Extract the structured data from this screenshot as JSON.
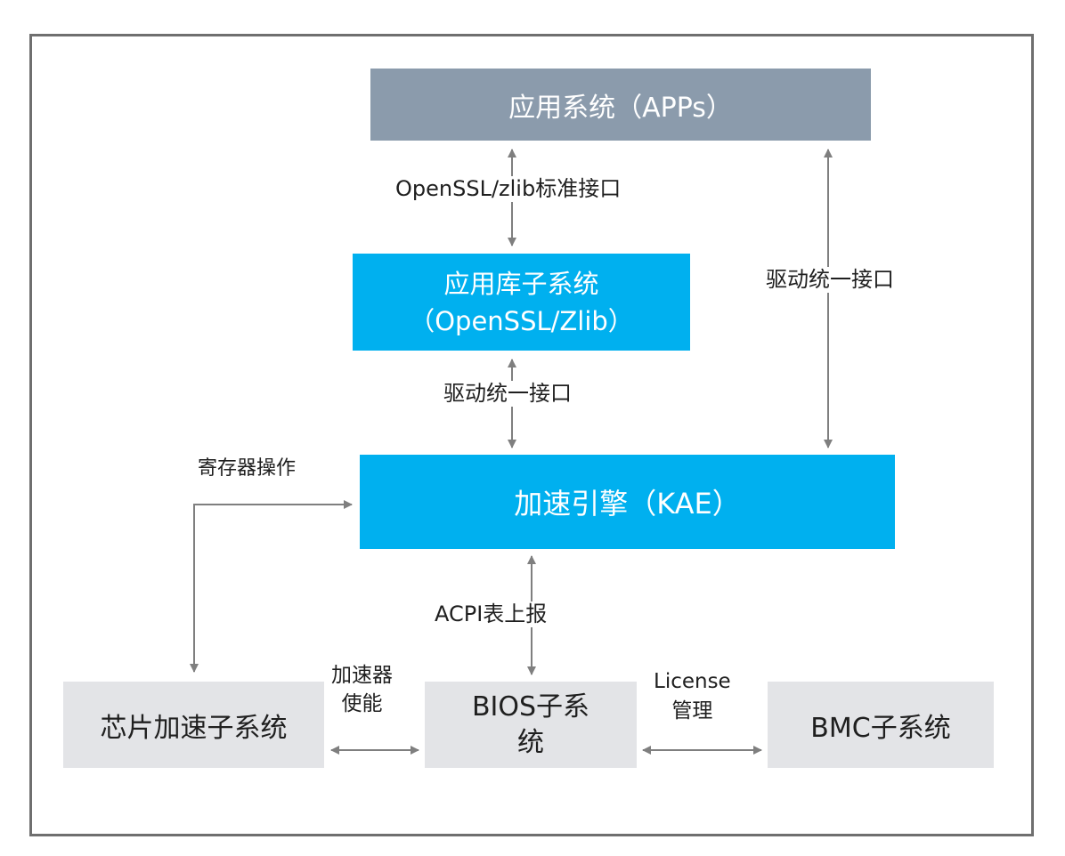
{
  "boxes": {
    "apps": "应用系统（APPs）",
    "lib": "应用库子系统\n（OpenSSL/Zlib）",
    "kae": "加速引擎（KAE）",
    "chip": "芯片加速子系统",
    "bios": "BIOS子系\n统",
    "bmc": "BMC子系统"
  },
  "labels": {
    "openssl_iface": "OpenSSL/zlib标准接口",
    "driver_iface_right": "驱动统一接口",
    "driver_iface_mid": "驱动统一接口",
    "register_op": "寄存器操作",
    "acpi_report": "ACPI表上报",
    "accelerator_enable": "加速器\n使能",
    "license_mgmt": "License\n管理"
  },
  "colors": {
    "apps_box": "#8b9bac",
    "accent_box": "#00b0ef",
    "gray_box": "#e3e4e7",
    "arrow": "#7f7f7f",
    "frame": "#6f6f6f"
  }
}
